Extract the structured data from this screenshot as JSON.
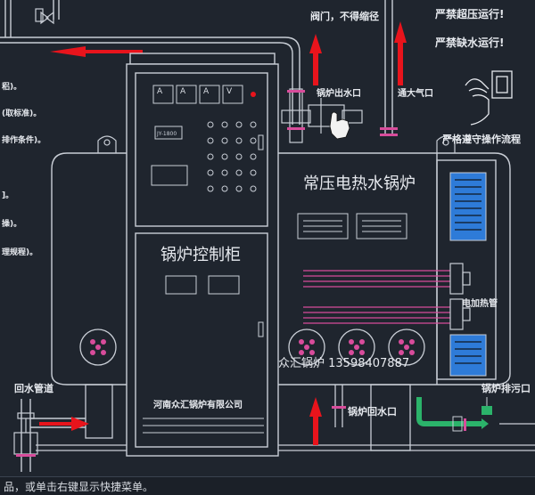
{
  "left_notes": [
    "稆)。",
    "(取标准)。",
    "排作条件)。",
    "]。",
    "操)。",
    "理规程)。"
  ],
  "labels": {
    "valve_note": "阀门，不得缩径",
    "outlet": "锅炉出水口",
    "vent": "通大气口",
    "warn1": "严禁超压运行!",
    "warn2": "严禁缺水运行!",
    "procedure": "严格遵守操作流程",
    "boiler_title": "常压电热水锅炉",
    "cabinet_title": "锅炉控制柜",
    "heater": "电加热管",
    "brand_phone": "众汇锅炉 13598407887",
    "company": "河南众汇锅炉有限公司",
    "return_outlet": "锅炉回水口",
    "return_pipe": "回水管道",
    "drain": "锅炉排污口"
  },
  "panel": {
    "meter_letters": [
      "A",
      "A",
      "A",
      "V"
    ],
    "display_text": "JY-1800"
  },
  "status_bar": {
    "text": "品，或单击右键显示快捷菜单。"
  },
  "colors": {
    "background": "#1f252e",
    "line": "#c9ced6",
    "arrow": "#e8141c",
    "water": "#2e7bd8",
    "flange": "#d84c9b"
  }
}
